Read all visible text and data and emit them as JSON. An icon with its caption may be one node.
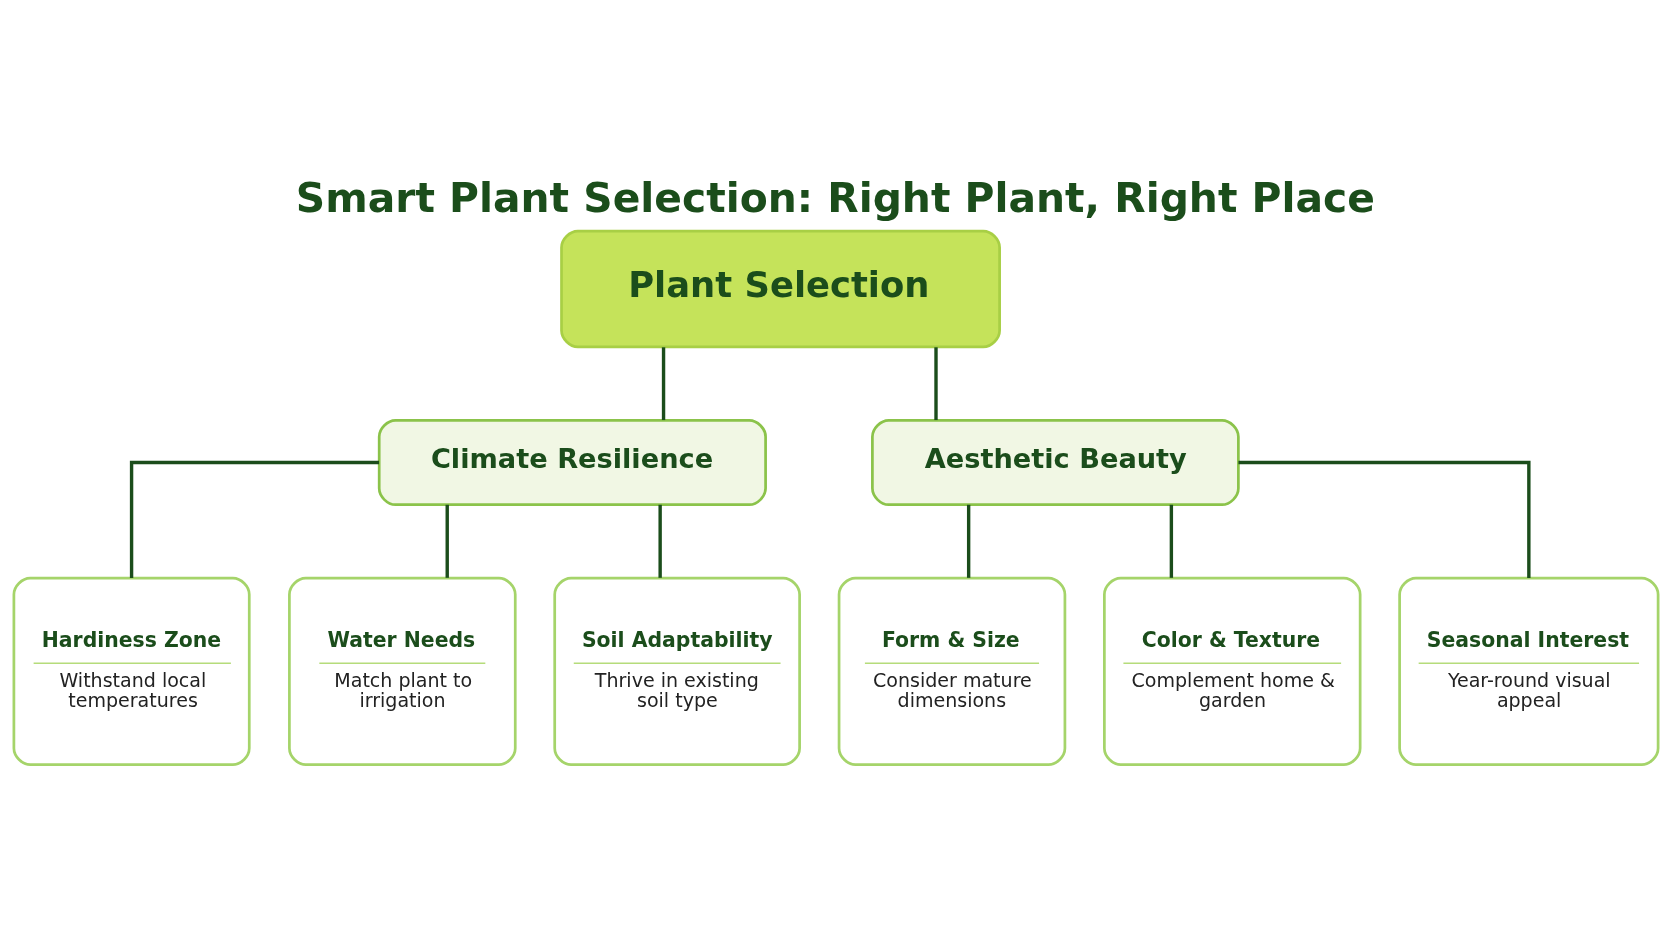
{
  "diagram": {
    "title": "Smart Plant Selection: Right Plant, Right Place",
    "nodes": [
      {
        "text": [
          "Plant Selection"
        ]
      },
      {
        "text": [
          "Climate Resilience"
        ]
      },
      {
        "text": [
          "Aesthetic Beauty"
        ]
      },
      {
        "text": [
          "Hardiness Zone",
          "Withstand local temperatures"
        ]
      },
      {
        "text": [
          "Water Needs",
          "Match plant to irrigation"
        ]
      },
      {
        "text": [
          "Soil Adaptability",
          "Thrive in existing soil type"
        ]
      },
      {
        "text": [
          "Form & Size",
          "Consider mature dimensions"
        ]
      },
      {
        "text": [
          "Color & Texture",
          "Complement home & garden"
        ]
      },
      {
        "text": [
          "Seasonal Interest",
          "Year-round visual appeal"
        ]
      }
    ],
    "edges": [
      {
        "from": 0,
        "to": 1,
        "arrow": "none"
      },
      {
        "from": 0,
        "to": 2,
        "arrow": "none"
      },
      {
        "from": 1,
        "to": 3,
        "arrow": "none"
      },
      {
        "from": 1,
        "to": 4,
        "arrow": "none"
      },
      {
        "from": 1,
        "to": 5,
        "arrow": "none"
      },
      {
        "from": 2,
        "to": 6,
        "arrow": "none"
      },
      {
        "from": 2,
        "to": 7,
        "arrow": "none"
      },
      {
        "from": 2,
        "to": 8,
        "arrow": "none"
      }
    ]
  }
}
